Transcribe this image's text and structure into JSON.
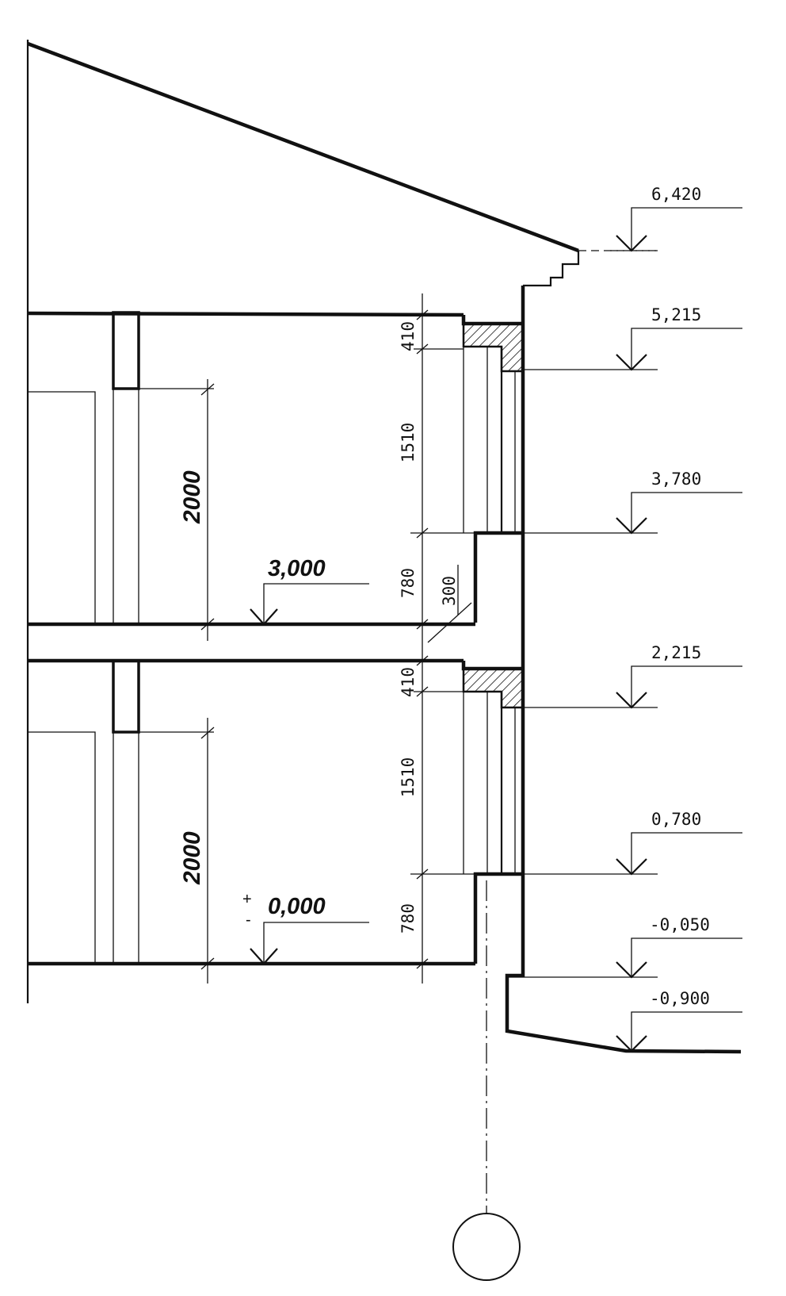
{
  "elevations": [
    "6,420",
    "5,215",
    "3,780",
    "2,215",
    "0,780",
    "-0,050",
    "-0,900"
  ],
  "floor_levels": [
    "3,000",
    "0,000"
  ],
  "floor_level_sign": "+",
  "floor_level_sign_minus": "-",
  "vertical_dims": {
    "upper": [
      "410",
      "1510",
      "780"
    ],
    "lower": [
      "410",
      "1510",
      "780"
    ],
    "offset": "300"
  },
  "door_heights": [
    "2000",
    "2000"
  ],
  "axis_marker_label": ""
}
